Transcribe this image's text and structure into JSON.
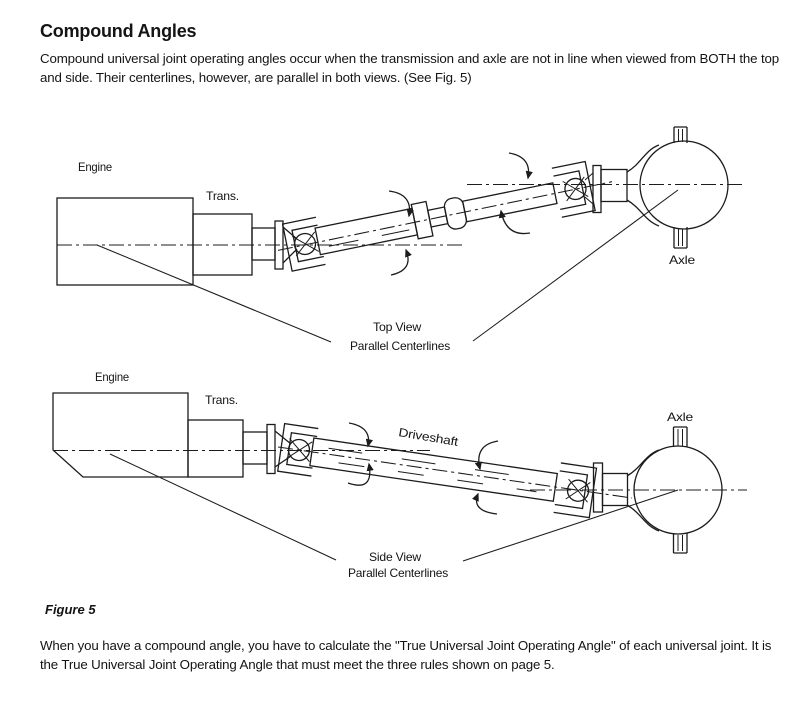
{
  "document": {
    "title": "Compound Angles",
    "intro_line1": "Compound universal joint operating angles occur when the transmission and axle are not in line when viewed from BOTH the top",
    "intro_line2": "and side. Their centerlines, however, are parallel in both views. (See Fig. 5)",
    "figure_caption": "Figure 5",
    "footer_line1": "When you have a compound angle, you have to calculate the \"True Universal Joint Operating Angle\" of each universal joint. It is",
    "footer_line2": "the True Universal Joint Operating Angle that must meet the three rules shown on page 5."
  },
  "top_view": {
    "engine": "Engine",
    "trans": "Trans.",
    "axle": "Axle",
    "view": "Top View",
    "centerlines": "Parallel Centerlines"
  },
  "side_view": {
    "engine": "Engine",
    "trans": "Trans.",
    "driveshaft": "Driveshaft",
    "axle": "Axle",
    "view": "Side View",
    "centerlines": "Parallel Centerlines"
  }
}
